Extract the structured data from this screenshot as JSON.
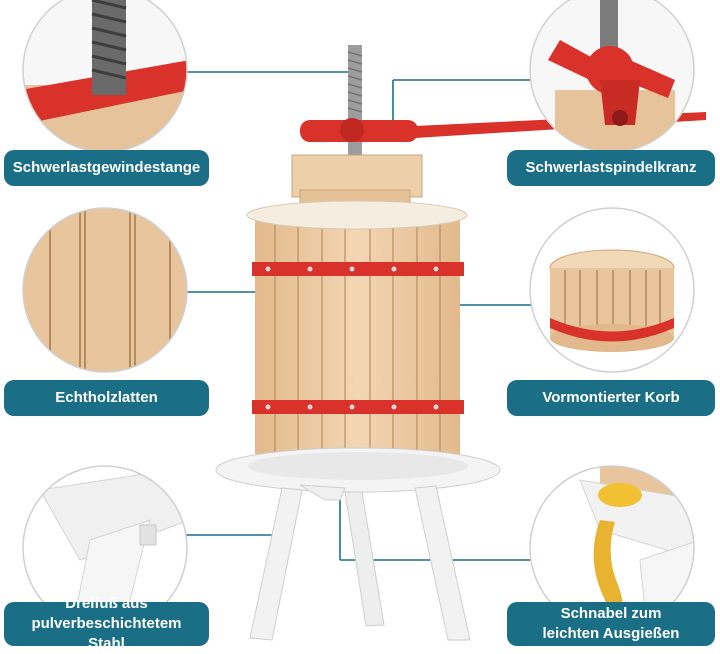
{
  "labels": {
    "top_left": "Schwerlastgewindestange",
    "top_right": "Schwerlastspindelkranz",
    "mid_left": "Echtholzlatten",
    "mid_right": "Vormontierter Korb",
    "bottom_left_line1": "Dreifuß aus",
    "bottom_left_line2": "pulverbeschichtetem Stahl",
    "bottom_right_line1": "Schnabel zum",
    "bottom_right_line2": "leichten Ausgießen"
  },
  "colors": {
    "label_bg": "#1a6f86",
    "wood": "#e9c7a0",
    "steel_red": "#d8322b",
    "stand_white": "#f4f4f4",
    "connector_line": "#1a6f86"
  }
}
